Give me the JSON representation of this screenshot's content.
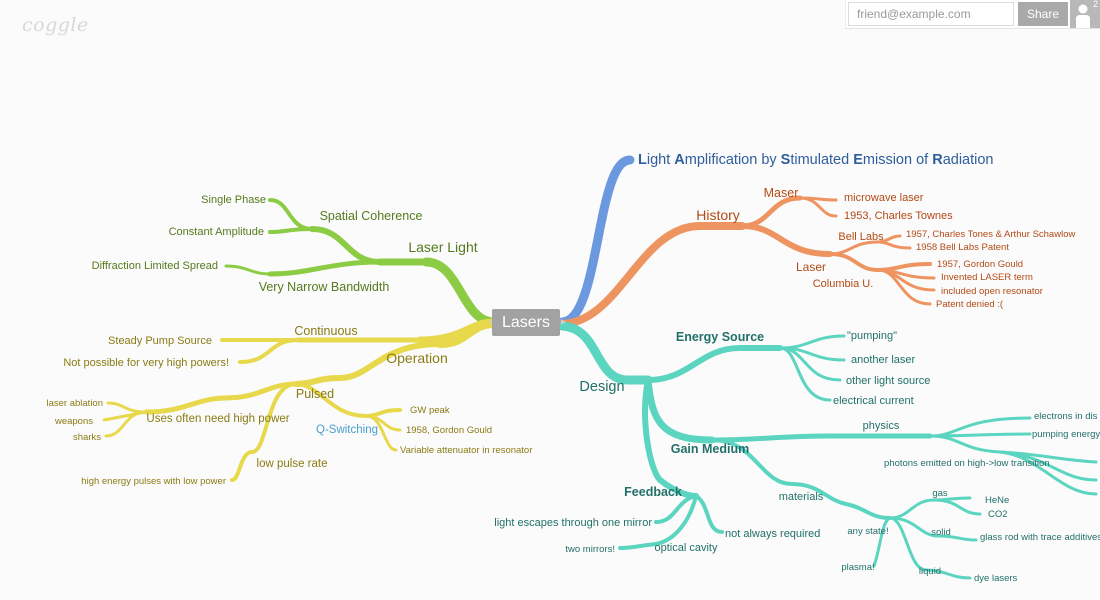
{
  "app": {
    "logo": "coggle"
  },
  "share": {
    "email_placeholder": "friend@example.com",
    "button_label": "Share",
    "user_count": "2"
  },
  "colors": {
    "green": "#8ccc45",
    "yellow": "#e8d84c",
    "orange": "#ee9461",
    "blue": "#6b98de",
    "teal": "#5bd4c0"
  },
  "root": "Lasers",
  "acronym": {
    "parts": [
      "L",
      "ight ",
      "A",
      "mplification by ",
      "S",
      "timulated ",
      "E",
      "mission of ",
      "R",
      "adiation"
    ]
  },
  "laser_light": {
    "label": "Laser Light",
    "spatial": {
      "label": "Spatial Coherence",
      "single_phase": "Single Phase",
      "constant_amplitude": "Constant Amplitude"
    },
    "bandwidth": {
      "label": "Very Narrow Bandwidth",
      "diffraction": "Diffraction Limited Spread"
    }
  },
  "operation": {
    "label": "Operation",
    "continuous": {
      "label": "Continuous",
      "steady": "Steady Pump Source",
      "not_possible": "Not possible for very high powers!"
    },
    "pulsed": {
      "label": "Pulsed",
      "uses": {
        "label": "Uses often need high power",
        "ablation": "laser ablation",
        "weapons": "weapons",
        "sharks": "sharks"
      },
      "qswitch": {
        "label": "Q-Switching",
        "gw": "GW peak",
        "gould": "1958, Gordon Gould",
        "attenuator": "Variable attenuator in resonator"
      },
      "low_rate": {
        "label": "low pulse rate",
        "high_energy": "high energy pulses with low power"
      }
    }
  },
  "history": {
    "label": "History",
    "maser": {
      "label": "Maser",
      "microwave": "microwave laser",
      "townes": "1953, Charles Townes"
    },
    "laser": {
      "label": "Laser",
      "bell": {
        "label": "Bell Labs",
        "tones": "1957, Charles Tones & Arthur Schawlow",
        "patent": "1958 Bell Labs Patent"
      },
      "columbia": {
        "label": "Columbia U.",
        "gould": "1957, Gordon Gould",
        "invented": "Invented LASER term",
        "resonator": "included open resonator",
        "denied": "Patent denied :("
      }
    }
  },
  "design": {
    "label": "Design",
    "energy": {
      "label": "Energy Source",
      "pumping": "\"pumping\"",
      "another": "another laser",
      "other_light": "other light source",
      "electrical": "electrical current"
    },
    "gain": {
      "label": "Gain Medium",
      "physics": {
        "label": "physics",
        "electrons": "electrons in dis",
        "pumping_energy": "pumping energy",
        "photons": "photons emitted on high->low transition"
      },
      "materials": {
        "label": "materials",
        "any_state": "any state!",
        "gas": "gas",
        "hene": "HeNe",
        "co2": "CO2",
        "solid": "solid",
        "glass": "glass rod with trace additives",
        "liquid": "liquid",
        "dye": "dye lasers",
        "plasma": "plasma!"
      }
    },
    "feedback": {
      "label": "Feedback",
      "one_mirror": "light escapes through one mirror",
      "not_always": "not always required",
      "optical": "optical cavity",
      "two_mirrors": "two mirrors!"
    }
  }
}
